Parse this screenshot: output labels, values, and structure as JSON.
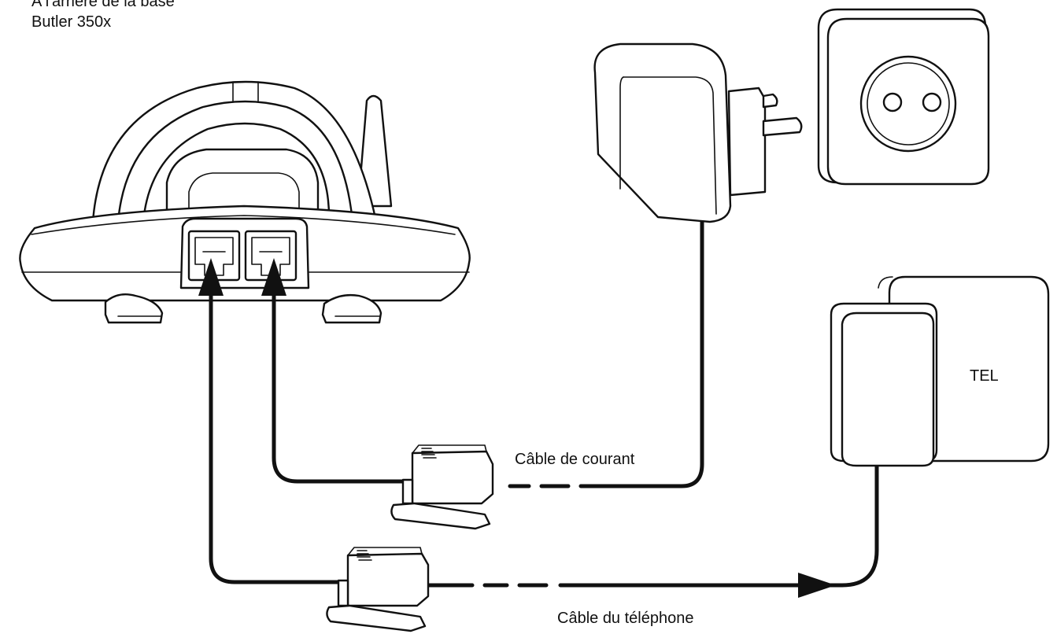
{
  "caption": {
    "line1": "A l'arrière de la base",
    "line2": "Butler 350x"
  },
  "labels": {
    "power_cable": "Câble de courant",
    "phone_cable": "Câble du téléphone",
    "tel": "TEL"
  },
  "components": [
    {
      "name": "base-station",
      "icon": "cordless-phone-base"
    },
    {
      "name": "power-adapter",
      "icon": "power-plug-adapter"
    },
    {
      "name": "wall-socket",
      "icon": "wall-power-outlet"
    },
    {
      "name": "telephone-wall-jack",
      "icon": "telephone-jack"
    },
    {
      "name": "power-connector",
      "icon": "rj-plug"
    },
    {
      "name": "phone-connector",
      "icon": "rj-plug"
    }
  ]
}
